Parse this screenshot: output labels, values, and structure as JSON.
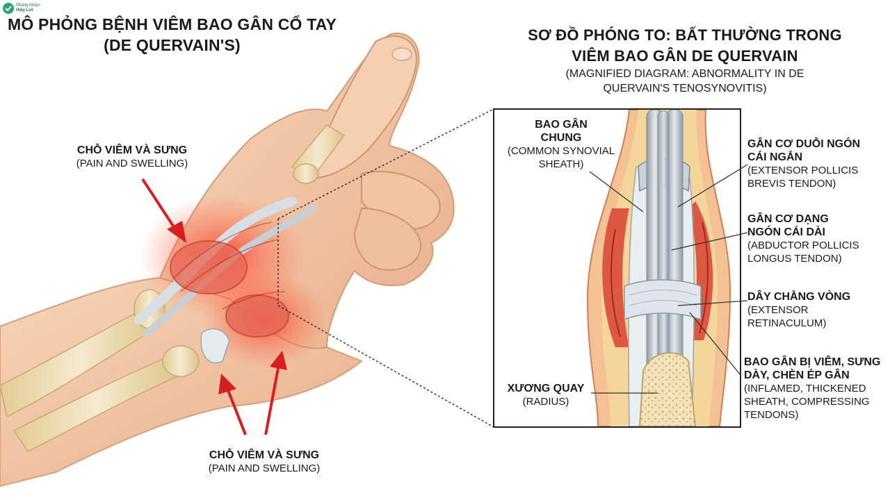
{
  "logo": {
    "line1": "Phòng Khám",
    "line2": "Hiệp Lợi"
  },
  "left_title": {
    "line1": "MÔ PHỎNG BỆNH VIÊM BAO GÂN CỔ TAY",
    "line2": "(DE QUERVAIN'S)"
  },
  "right_title": {
    "line1": "SƠ ĐỒ PHÓNG TO: BẤT THƯỜNG TRONG",
    "line2": "VIÊM BAO GÂN DE QUERVAIN",
    "sub1": "(MAGNIFIED DIAGRAM: ABNORMALITY IN DE",
    "sub2": "QUERVAIN'S TENOSYNOVITIS)"
  },
  "hand_labels": {
    "top": {
      "vi": "CHỖ VIÊM VÀ SƯNG",
      "en": "(PAIN AND SWELLING)"
    },
    "bottom": {
      "vi": "CHỖ VIÊM VÀ SƯNG",
      "en": "(PAIN AND SWELLING)"
    }
  },
  "diagram_labels": {
    "common_sheath": {
      "vi1": "BAO GÂN",
      "vi2": "CHUNG",
      "en1": "(COMMON SYNOVIAL",
      "en2": "SHEATH)"
    },
    "epb": {
      "vi1": "GÂN CƠ DUỖI NGÓN",
      "vi2": "CÁI NGẮN",
      "en1": "(EXTENSOR POLLICIS",
      "en2": "BREVIS TENDON)"
    },
    "apl": {
      "vi1": "GÂN CƠ DẠNG",
      "vi2": "NGÓN CÁI DÀI",
      "en1": "(ABDUCTOR POLLICIS",
      "en2": "LONGUS TENDON)"
    },
    "retinaculum": {
      "vi1": "DÂY CHẰNG VÒNG",
      "en1": "(EXTENSOR",
      "en2": "RETINACULUM)"
    },
    "inflamed": {
      "vi1": "BAO GÂN BỊ VIÊM, SƯNG",
      "vi2": "DÀY, CHÈN ÉP GÂN",
      "en1": "(INFLAMED, THICKENED",
      "en2": "SHEATH, COMPRESSING",
      "en3": "TENDONS)"
    },
    "radius": {
      "vi1": "XƯƠNG QUAY",
      "en1": "(RADIUS)"
    }
  },
  "colors": {
    "skin": "#f3c9a8",
    "skin_shadow": "#d99a78",
    "inflammation": "#e8392c",
    "arrow": "#d81f1f",
    "tendon": "#b9c4cc",
    "bone": "#f1e2b8"
  }
}
